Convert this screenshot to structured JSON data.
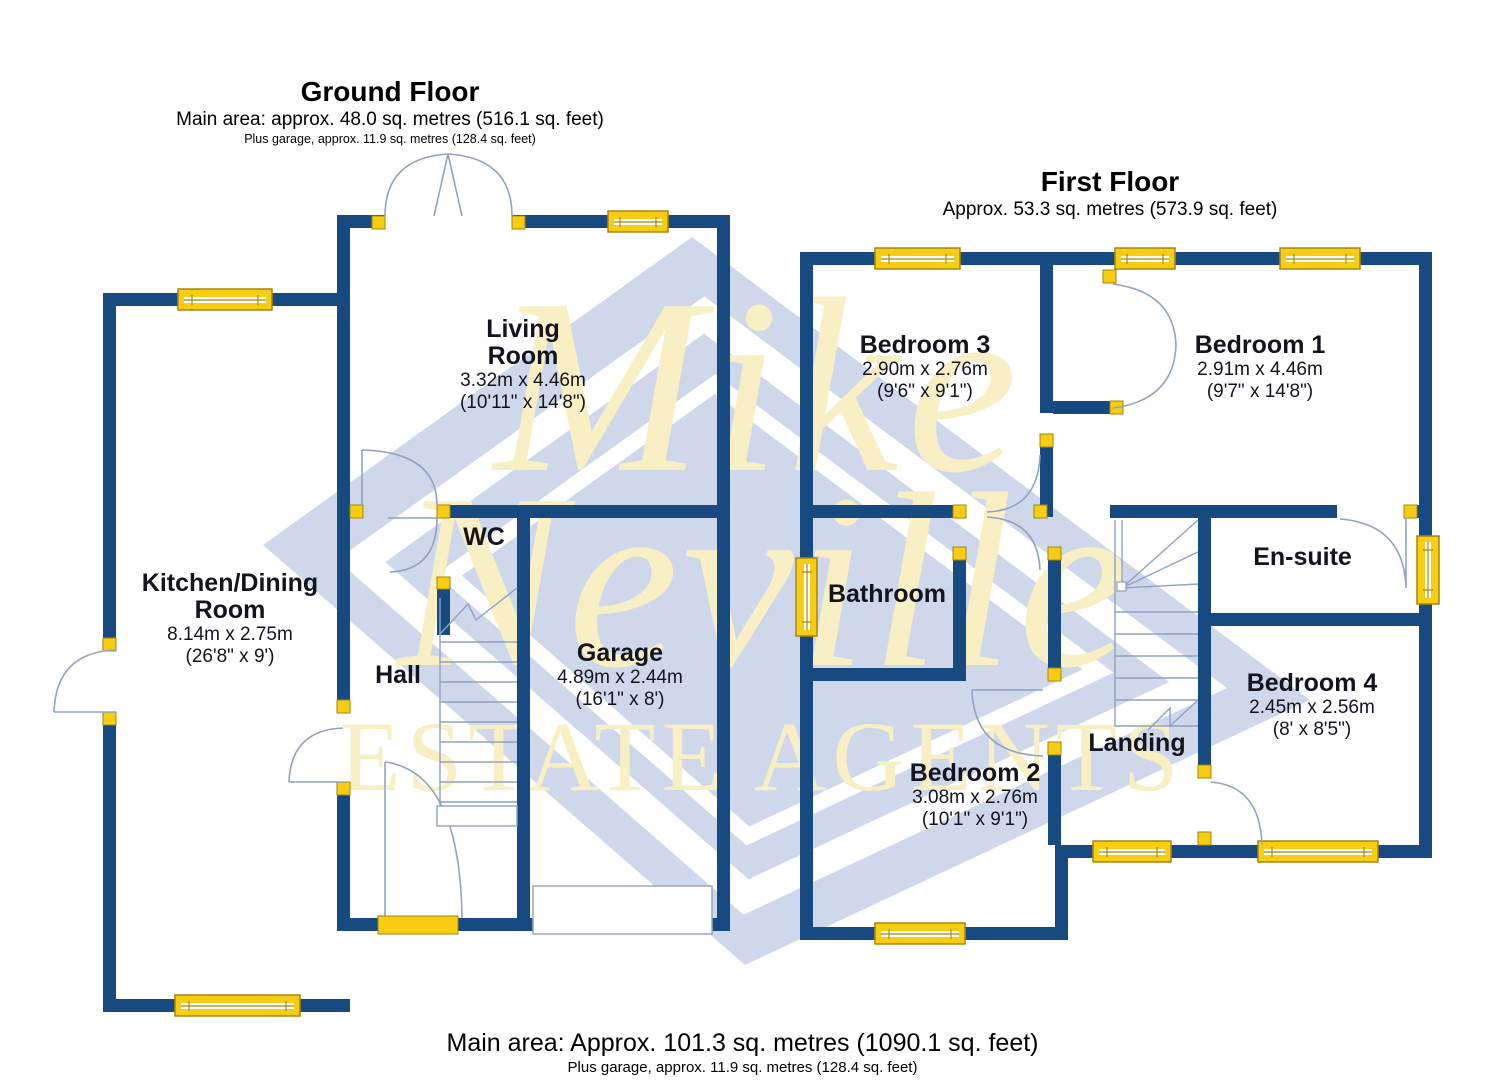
{
  "ground_floor": {
    "title": "Ground Floor",
    "area_line": "Main area: approx. 48.0 sq. metres (516.1 sq. feet)",
    "garage_line": "Plus garage, approx. 11.9 sq. metres (128.4 sq. feet)",
    "rooms": {
      "living": {
        "name1": "Living",
        "name2": "Room",
        "metric": "3.32m x 4.46m",
        "imperial": "(10'11\" x 14'8\")"
      },
      "kitchen": {
        "name1": "Kitchen/Dining",
        "name2": "Room",
        "metric": "8.14m x 2.75m",
        "imperial": "(26'8\" x 9')"
      },
      "wc": {
        "name": "WC"
      },
      "hall": {
        "name": "Hall"
      },
      "garage": {
        "name": "Garage",
        "metric": "4.89m x 2.44m",
        "imperial": "(16'1\" x 8')"
      }
    }
  },
  "first_floor": {
    "title": "First Floor",
    "area_line": "Approx. 53.3 sq. metres (573.9 sq. feet)",
    "rooms": {
      "bedroom3": {
        "name": "Bedroom 3",
        "metric": "2.90m x 2.76m",
        "imperial": "(9'6\" x 9'1\")"
      },
      "bedroom1": {
        "name": "Bedroom 1",
        "metric": "2.91m x 4.46m",
        "imperial": "(9'7\" x 14'8\")"
      },
      "bathroom": {
        "name": "Bathroom"
      },
      "ensuite": {
        "name": "En-suite"
      },
      "bedroom4": {
        "name": "Bedroom 4",
        "metric": "2.45m x 2.56m",
        "imperial": "(8' x 8'5\")"
      },
      "bedroom2": {
        "name": "Bedroom 2",
        "metric": "3.08m x 2.76m",
        "imperial": "(10'1\" x 9'1\")"
      },
      "landing": {
        "name": "Landing"
      }
    }
  },
  "footer": {
    "main_area": "Main area: Approx. 101.3 sq. metres (1090.1 sq. feet)",
    "garage_note": "Plus garage, approx. 11.9 sq. metres (128.4 sq. feet)"
  },
  "watermark": {
    "word1": "Mike",
    "word2": "Neville",
    "word3": "ESTATE AGENTS"
  },
  "colors": {
    "wall": "#164a80",
    "window": "#f6cd13",
    "window_border": "#a8860b",
    "watermark_blue": "#cfd8ea",
    "watermark_text": "#f8efc5",
    "door_arc": "#8fa3c2"
  }
}
